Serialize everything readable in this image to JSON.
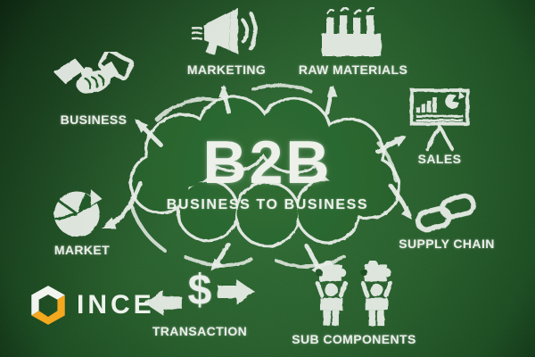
{
  "center": {
    "title": "B2B",
    "subtitle": "BUSINESS TO BUSINESS"
  },
  "nodes": [
    {
      "label": "BUSINESS",
      "icon": "handshake-icon"
    },
    {
      "label": "MARKETING",
      "icon": "megaphone-icon"
    },
    {
      "label": "RAW MATERIALS",
      "icon": "factory-icon"
    },
    {
      "label": "SALES",
      "icon": "presentation-chart-icon"
    },
    {
      "label": "SUPPLY CHAIN",
      "icon": "chain-links-icon"
    },
    {
      "label": "SUB COMPONENTS",
      "icon": "puzzle-workers-icon"
    },
    {
      "label": "TRANSACTION",
      "icon": "dollar-exchange-icon"
    },
    {
      "label": "MARKET",
      "icon": "pie-chart-icon"
    }
  ],
  "transaction_glyph": "$",
  "logo": {
    "text": "INCE",
    "accent_color": "#f3a81e"
  },
  "colors": {
    "chalk": "#e9eee8",
    "board_center": "#2f6b33",
    "board_edge": "#0e3914",
    "logo_yellow": "#f3a81e"
  }
}
